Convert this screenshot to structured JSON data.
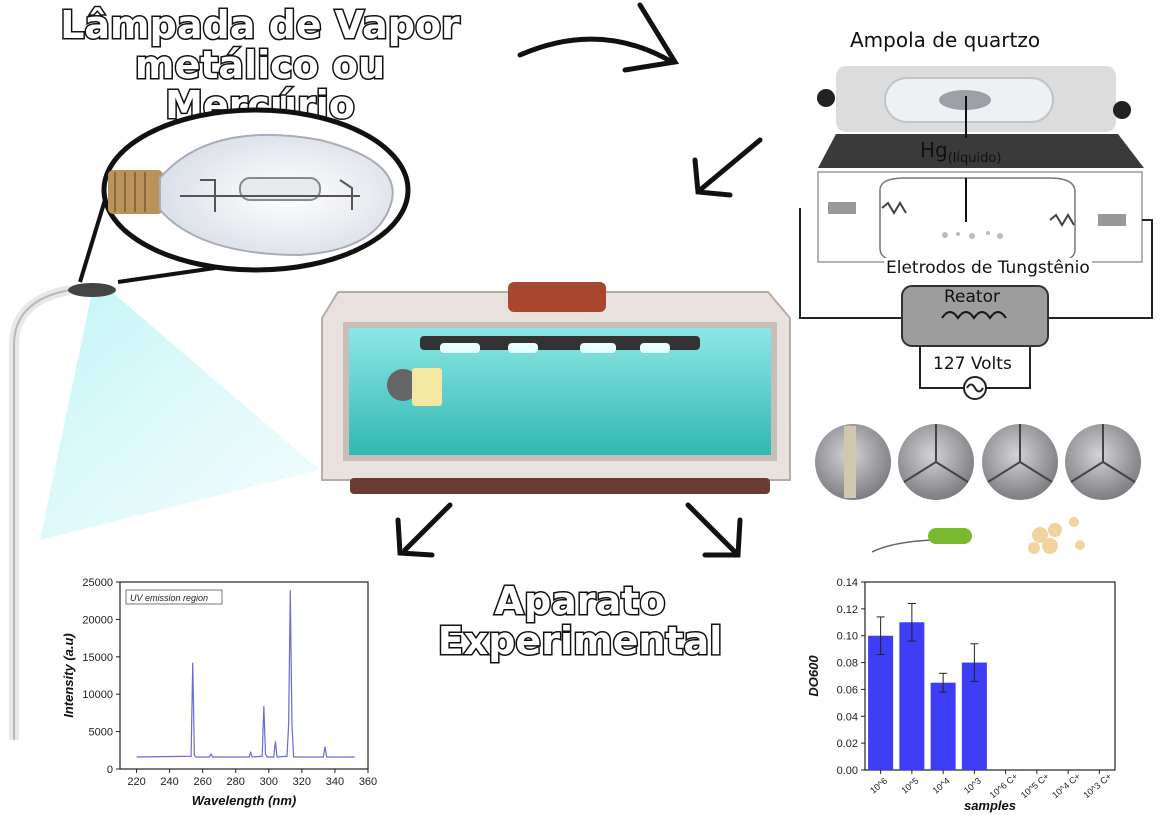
{
  "titles": {
    "lamp_line1": "Lâmpada de Vapor",
    "lamp_line2": "metálico ou Mercúrio",
    "apparatus_line1": "Aparato",
    "apparatus_line2": "Experimental"
  },
  "lamp_diagram": {
    "ampoule_label": "Ampola de quartzo",
    "hg_label": "Hg",
    "hg_subscript": "(líquido)",
    "electrodes_label": "Eletrodos de Tungstênio",
    "reactor_label": "Reator",
    "voltage_label": "127 Volts"
  },
  "chart_data": [
    {
      "type": "line",
      "title": "",
      "annotation": "UV emission region",
      "xlabel": "Wavelength (nm)",
      "ylabel": "Intensity (a.u)",
      "xlim": [
        210,
        360
      ],
      "ylim": [
        0,
        25000
      ],
      "xticks": [
        "220",
        "240",
        "260",
        "280",
        "300",
        "320",
        "340",
        "360"
      ],
      "yticks": [
        "0",
        "5000",
        "10000",
        "15000",
        "20000",
        "25000"
      ],
      "series": [
        {
          "color": "#6a6ad8",
          "x": [
            220,
            253,
            254,
            255,
            256,
            264,
            265,
            266,
            288,
            289,
            290,
            296,
            297,
            298,
            299,
            303,
            304,
            305,
            311,
            312,
            313,
            314,
            315,
            333,
            334,
            335,
            352
          ],
          "y": [
            1600,
            1700,
            14200,
            1800,
            1600,
            1600,
            2000,
            1600,
            1600,
            2200,
            1600,
            1700,
            8400,
            2000,
            1600,
            1600,
            3700,
            1600,
            1700,
            6000,
            23900,
            6000,
            1600,
            1600,
            3000,
            1600,
            1600
          ]
        }
      ]
    },
    {
      "type": "bar",
      "title": "",
      "xlabel": "samples",
      "ylabel": "DO600",
      "ylim": [
        0,
        0.14
      ],
      "yticks": [
        "0.00",
        "0.02",
        "0.04",
        "0.06",
        "0.08",
        "0.10",
        "0.12",
        "0.14"
      ],
      "categories": [
        "10^6",
        "10^5",
        "10^4",
        "10^3",
        "10^6 C+",
        "10^5 C+",
        "10^4 C+",
        "10^3 C+"
      ],
      "values": [
        0.1,
        0.11,
        0.065,
        0.08,
        0,
        0,
        0,
        0
      ],
      "errors": [
        0.014,
        0.014,
        0.007,
        0.014,
        0,
        0,
        0,
        0
      ],
      "color": "#3d3df5"
    }
  ]
}
